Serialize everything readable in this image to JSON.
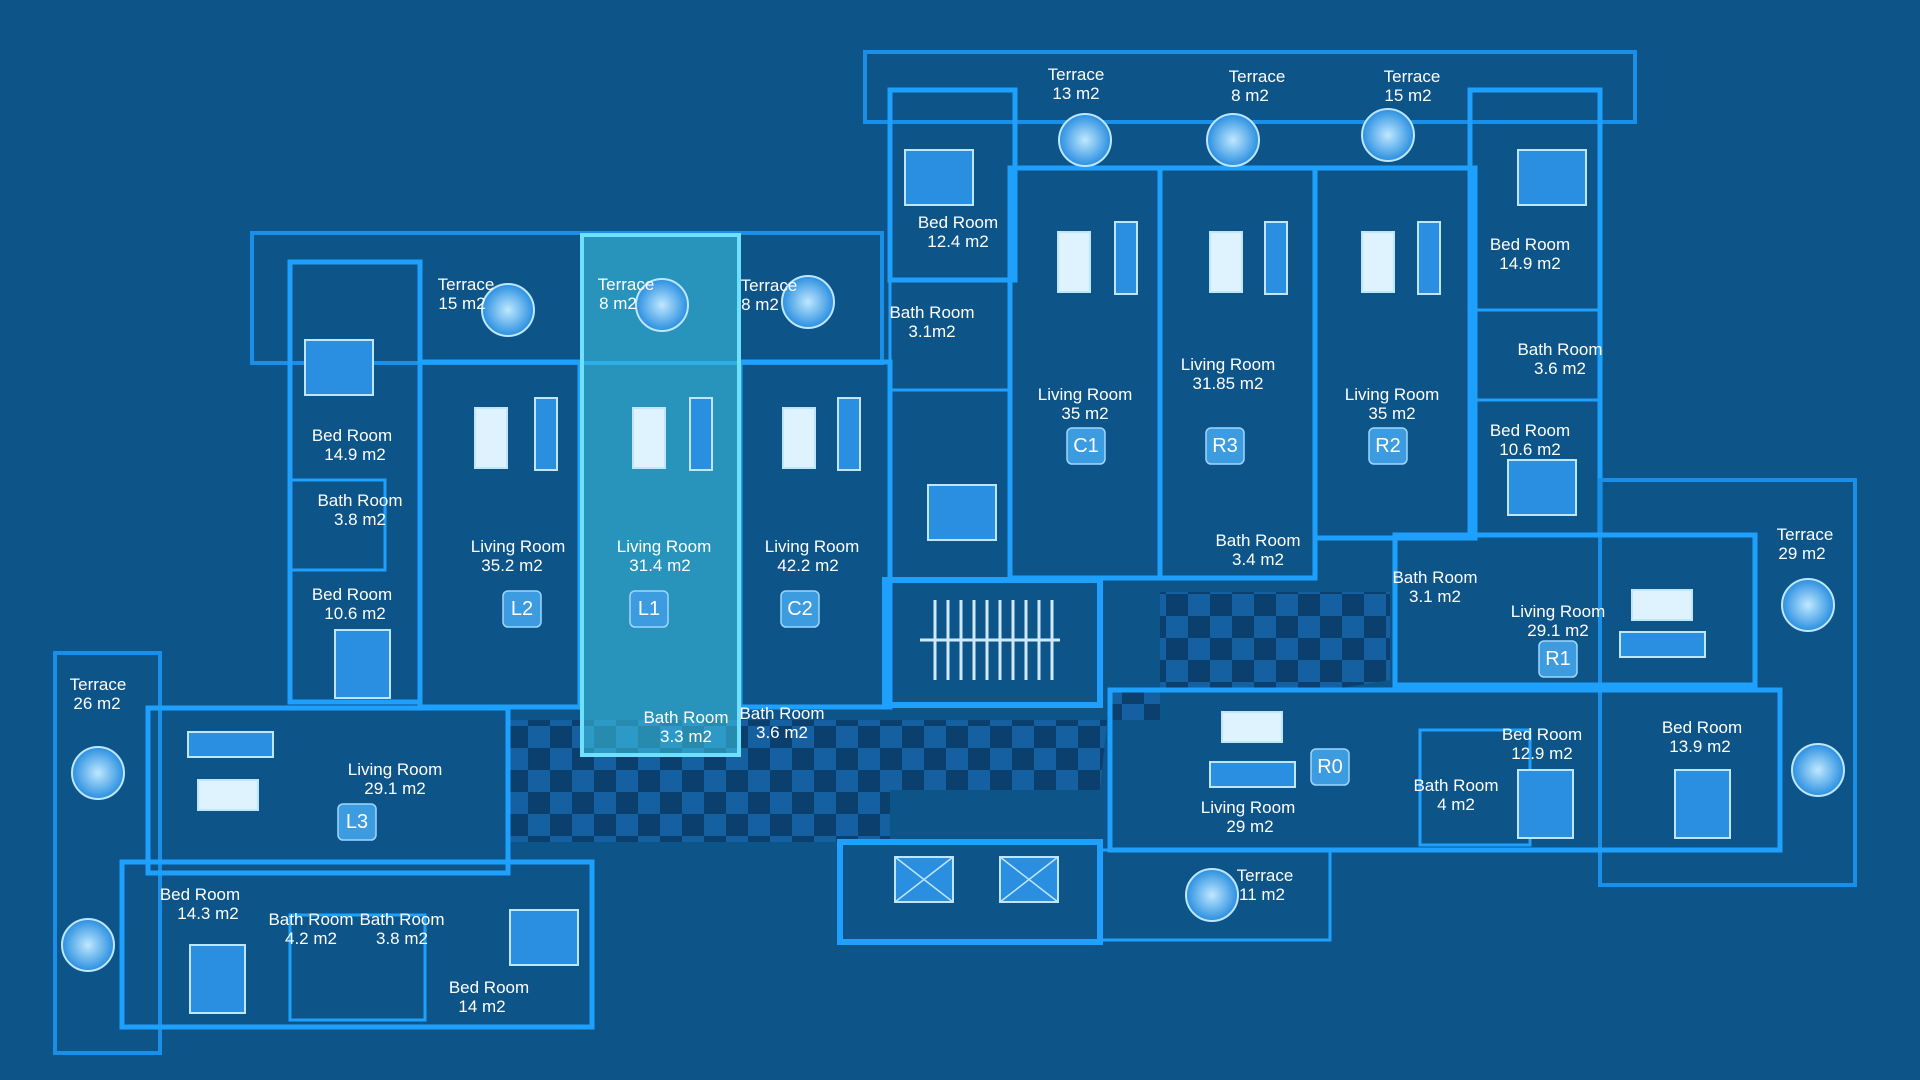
{
  "colors": {
    "background": "#0d5488",
    "wall": "#1ea0ff",
    "highlight": "#3fc8e6",
    "furniture": "#2a8fe0",
    "label": "#ffffff"
  },
  "units": [
    {
      "key": "L1"
    },
    {
      "key": "L2"
    },
    {
      "key": "L3"
    },
    {
      "key": "C1"
    },
    {
      "key": "C2"
    },
    {
      "key": "R0"
    },
    {
      "key": "R1"
    },
    {
      "key": "R2"
    },
    {
      "key": "R3"
    }
  ],
  "unit_tags": {
    "L1": "L1",
    "L2": "L2",
    "L3": "L3",
    "C1": "C1",
    "C2": "C2",
    "R0": "R0",
    "R1": "R1",
    "R2": "R2",
    "R3": "R3"
  },
  "rooms": {
    "ter_c1": {
      "name": "Terrace",
      "area": "13 m2"
    },
    "ter_r3": {
      "name": "Terrace",
      "area": "8 m2"
    },
    "ter_r2": {
      "name": "Terrace",
      "area": "15 m2"
    },
    "bed_c1": {
      "name": "Bed Room",
      "area": "12.4 m2"
    },
    "bed_r2": {
      "name": "Bed Room",
      "area": "14.9 m2"
    },
    "bath_c1": {
      "name": "Bath Room",
      "area": "3.1m2"
    },
    "bath_r2": {
      "name": "Bath Room",
      "area": "3.6 m2"
    },
    "bed_r2b": {
      "name": "Bed Room",
      "area": "10.6 m2"
    },
    "liv_c1": {
      "name": "Living Room",
      "area": "35  m2"
    },
    "liv_r3": {
      "name": "Living Room",
      "area": "31.85 m2"
    },
    "liv_r2": {
      "name": "Living Room",
      "area": "35 m2"
    },
    "bath_r3": {
      "name": "Bath Room",
      "area": "3.4 m2"
    },
    "bath_r1": {
      "name": "Bath Room",
      "area": "3.1 m2"
    },
    "ter_l2": {
      "name": "Terrace",
      "area": "15 m2"
    },
    "ter_l1": {
      "name": "Terrace",
      "area": "8 m2"
    },
    "ter_c2": {
      "name": "Terrace",
      "area": "8 m2"
    },
    "bed_l2": {
      "name": "Bed Room",
      "area": "14.9 m2"
    },
    "bath_l2": {
      "name": "Bath Room",
      "area": "3.8 m2"
    },
    "bed_l2b": {
      "name": "Bed Room",
      "area": "10.6 m2"
    },
    "liv_l2": {
      "name": "Living Room",
      "area": "35.2  m2"
    },
    "liv_l1": {
      "name": "Living Room",
      "area": "31.4  m2"
    },
    "liv_c2": {
      "name": "Living Room",
      "area": "42.2  m2"
    },
    "bath_l1": {
      "name": "Bath Room",
      "area": "3.3 m2"
    },
    "bath_c2": {
      "name": "Bath Room",
      "area": "3.6 m2"
    },
    "ter_l3": {
      "name": "Terrace",
      "area": "26 m2"
    },
    "liv_l3": {
      "name": "Living Room",
      "area": "29.1 m2"
    },
    "bed_l3": {
      "name": "Bed Room",
      "area": "14.3 m2"
    },
    "bath_l3a": {
      "name": "Bath Room",
      "area": "4.2 m2"
    },
    "bath_l3b": {
      "name": "Bath Room",
      "area": "3.8 m2"
    },
    "bed_l3b": {
      "name": "Bed Room",
      "area": "14 m2"
    },
    "ter_r1": {
      "name": "Terrace",
      "area": "29 m2"
    },
    "liv_r1": {
      "name": "Living Room",
      "area": "29.1 m2"
    },
    "bed_r1": {
      "name": "Bed Room",
      "area": "12.9 m2"
    },
    "bed_r1b": {
      "name": "Bed Room",
      "area": "13.9 m2"
    },
    "bath_r0": {
      "name": "Bath Room",
      "area": "4 m2"
    },
    "liv_r0": {
      "name": "Living Room",
      "area": "29 m2"
    },
    "ter_r0": {
      "name": "Terrace",
      "area": "11 m2"
    }
  }
}
